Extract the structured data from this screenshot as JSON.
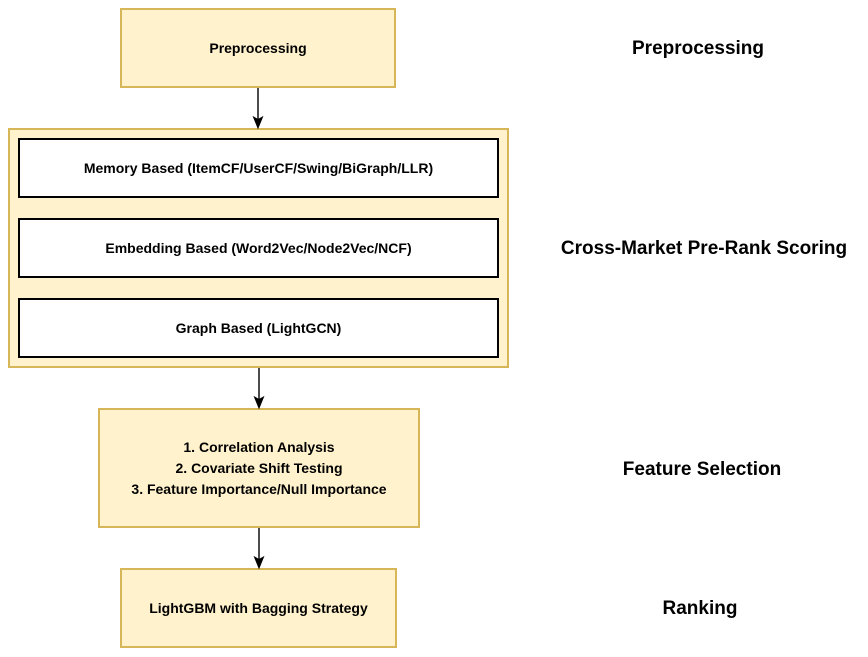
{
  "diagram": {
    "colors": {
      "node_fill": "#fff2cc",
      "node_border": "#d6b656",
      "inner_fill": "#ffffff",
      "inner_border": "#000000",
      "text": "#000000",
      "arrow": "#000000"
    },
    "nodes": {
      "preprocessing": {
        "label": "Preprocessing"
      },
      "prerank": {
        "items": [
          {
            "label": "Memory Based (ItemCF/UserCF/Swing/BiGraph/LLR)"
          },
          {
            "label": "Embedding Based (Word2Vec/Node2Vec/NCF)"
          },
          {
            "label": "Graph Based (LightGCN)"
          }
        ]
      },
      "feature_selection": {
        "lines": [
          "1. Correlation Analysis",
          "2. Covariate Shift Testing",
          "3. Feature Importance/Null Importance"
        ]
      },
      "ranking": {
        "label": "LightGBM with Bagging Strategy"
      }
    },
    "stage_labels": [
      {
        "label": "Preprocessing"
      },
      {
        "label": "Cross-Market Pre-Rank Scoring"
      },
      {
        "label": "Feature Selection"
      },
      {
        "label": "Ranking"
      }
    ]
  }
}
